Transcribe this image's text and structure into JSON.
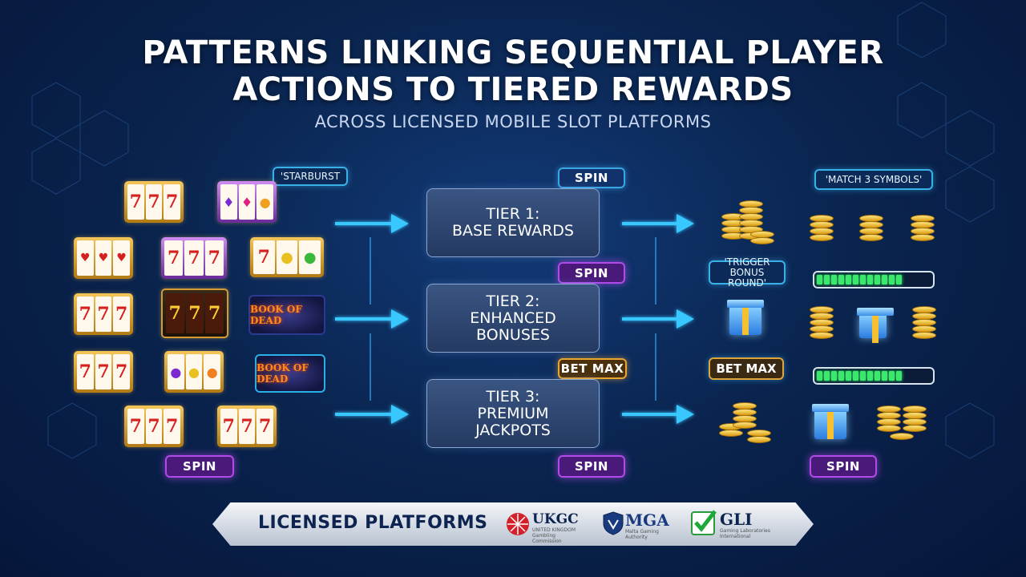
{
  "title_line1": "PATTERNS LINKING SEQUENTIAL PLAYER",
  "title_line2": "ACTIONS TO TIERED REWARDS",
  "subtitle": "ACROSS LICENSED MOBILE SLOT PLATFORMS",
  "left": {
    "bubble_starburst": "'STARBURST",
    "book_of_dead_1": "BOOK OF DEAD",
    "book_of_dead_2": "BOOK OF DEAD",
    "slot_symbol": "7",
    "spin": "SPIN"
  },
  "tiers": [
    {
      "line1": "TIER 1:",
      "line2": "BASE REWARDS",
      "line3": "",
      "action": "SPIN"
    },
    {
      "line1": "TIER 2:",
      "line2": "ENHANCED",
      "line3": "BONUSES",
      "action": "SPIN"
    },
    {
      "line1": "TIER 3:",
      "line2": "PREMIUM",
      "line3": "JACKPOTS",
      "action": "BET MAX"
    }
  ],
  "center_bottom_spin": "SPIN",
  "right": {
    "bubble_match": "'MATCH 3 SYMBOLS'",
    "bubble_trigger_1": "'TRIGGER",
    "bubble_trigger_2": "BONUS ROUND'",
    "bet_max": "BET MAX",
    "spin": "SPIN",
    "progress_1_filled": 0.78,
    "progress_2_filled": 0.78
  },
  "footer": {
    "label": "LICENSED PLATFORMS",
    "ukgc": "UKGC",
    "ukgc_sub": "UNITED KINGDOM Gambling Commission",
    "mga": "MGA",
    "mga_sub": "Malta Gaming Authority",
    "gli": "GLI",
    "gli_sub": "Gaming Laboratories International"
  },
  "colors": {
    "arrow": "#38c8ff",
    "spin_purple": "#b04ae8",
    "gold": "#e8a530"
  }
}
